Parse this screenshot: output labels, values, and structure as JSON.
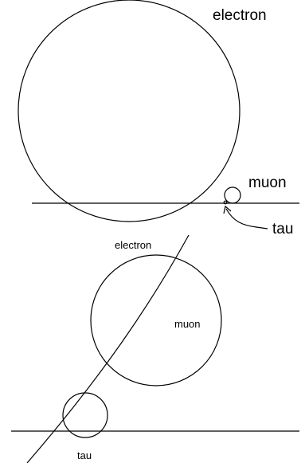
{
  "top_panel": {
    "labels": {
      "electron": "electron",
      "muon": "muon",
      "tau": "tau"
    }
  },
  "bottom_panel": {
    "labels": {
      "electron": "electron",
      "muon": "muon",
      "tau": "tau"
    }
  },
  "colors": {
    "ink": "#000000",
    "background": "#ffffff"
  }
}
